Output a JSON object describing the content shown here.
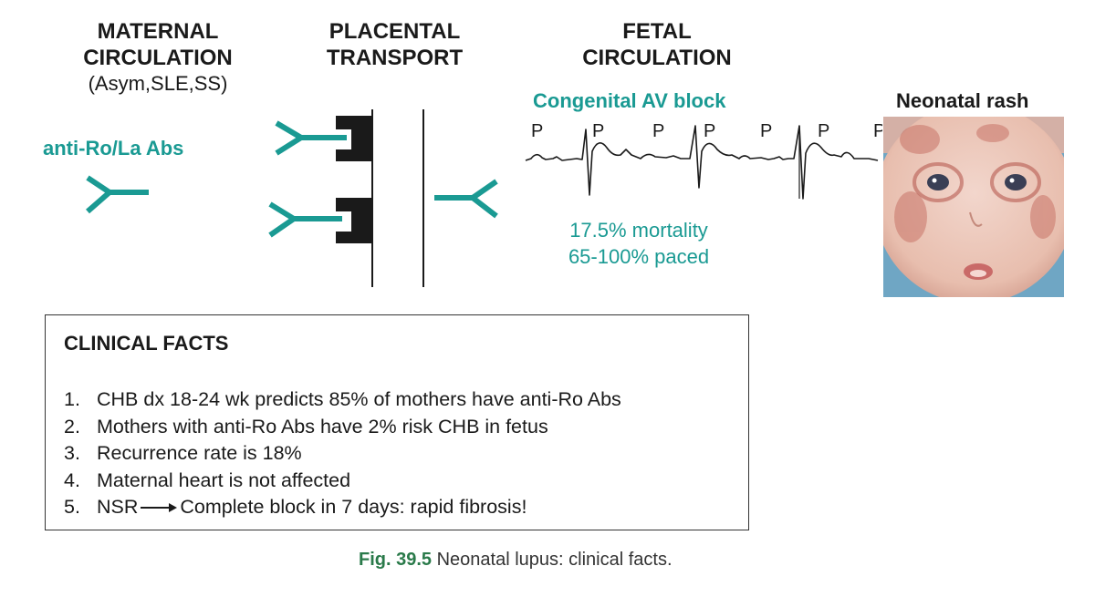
{
  "headers": {
    "maternal": {
      "line1": "MATERNAL",
      "line2": "CIRCULATION",
      "sub": "(Asym,SLE,SS)"
    },
    "placental": {
      "line1": "PLACENTAL",
      "line2": "TRANSPORT"
    },
    "fetal": {
      "line1": "FETAL",
      "line2": "CIRCULATION"
    }
  },
  "antibody_label": "anti-Ro/La Abs",
  "av_block_label": "Congenital AV block",
  "ecg_p_label": "P",
  "stats": {
    "mortality": "17.5% mortality",
    "paced": "65-100% paced"
  },
  "rash_label": "Neonatal rash",
  "facts": {
    "title": "CLINICAL FACTS",
    "items": [
      {
        "num": "1.",
        "text": "CHB dx 18-24 wk  predicts 85% of mothers have anti-Ro Abs"
      },
      {
        "num": "2.",
        "text": "Mothers with anti-Ro Abs have 2% risk CHB in fetus"
      },
      {
        "num": "3.",
        "text": "Recurrence rate is 18%"
      },
      {
        "num": "4.",
        "text": "Maternal heart is not affected"
      },
      {
        "num": "5.",
        "pre": "NSR",
        "post": "Complete block in 7 days: rapid fibrosis!"
      }
    ]
  },
  "caption": {
    "fig": "Fig. 39.5",
    "text": " Neonatal lupus: clinical facts."
  },
  "colors": {
    "teal": "#1a9a93",
    "caption_green": "#2a7a4a",
    "text": "#1a1a1a"
  }
}
